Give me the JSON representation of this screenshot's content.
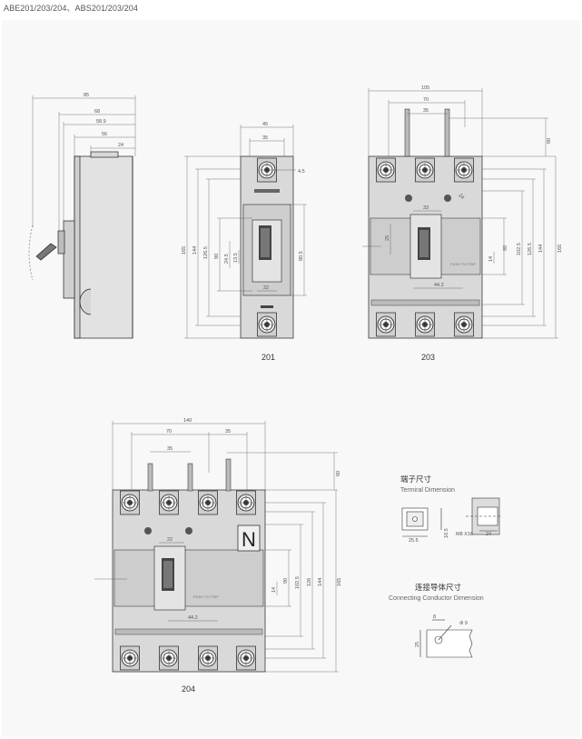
{
  "page_title": "ABE201/203/204、ABS201/203/204",
  "views": {
    "side": {
      "dims": [
        "85",
        "68",
        "58.9",
        "56",
        "24"
      ]
    },
    "v201": {
      "caption": "201",
      "dims_top": [
        "45",
        "35"
      ],
      "dims_vertical": [
        "165",
        "144",
        "126.5",
        "90",
        "24.5",
        "13.5",
        "80.5"
      ],
      "dims_small": [
        "22",
        "4.5"
      ]
    },
    "v203": {
      "caption": "203",
      "dims_top": [
        "105",
        "70",
        "35"
      ],
      "dims_right": [
        "60",
        "165",
        "144",
        "126.5",
        "102.5",
        "90",
        "14"
      ],
      "dims_inner": [
        "33",
        "25",
        "44.2",
        "24"
      ]
    },
    "v204": {
      "caption": "204",
      "dims_top": [
        "140",
        "70",
        "35",
        "35"
      ],
      "dims_right": [
        "60",
        "165",
        "144",
        "126",
        "102.5",
        "90",
        "14"
      ],
      "dims_inner": [
        "22",
        "44.2"
      ],
      "neutral": "N",
      "push_label": "PUSH TO TRIP"
    }
  },
  "terminal": {
    "title_cn": "端子尺寸",
    "title_en": "Termiral Dimension",
    "dims": [
      "25.5",
      "10.5",
      "M8 X16",
      "24"
    ]
  },
  "conductor": {
    "title_cn": "连接导体尺寸",
    "title_en": "Connecting Conductor Dimension",
    "dims": [
      "8",
      "Φ 9",
      "25"
    ]
  }
}
